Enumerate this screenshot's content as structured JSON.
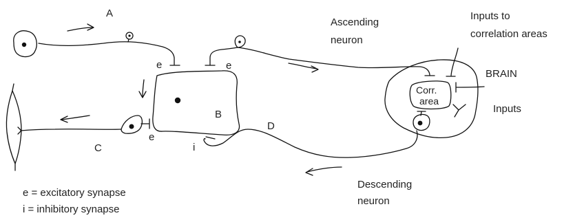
{
  "labels": {
    "a": "A",
    "b": "B",
    "c": "C",
    "d": "D",
    "e_left": "e",
    "e_right": "e",
    "e_c": "e",
    "i": "i",
    "ascending_line1": "Ascending",
    "ascending_line2": "neuron",
    "inputs_corr_line1": "Inputs to",
    "inputs_corr_line2": "correlation areas",
    "brain": "BRAIN",
    "corr_line1": "Corr.",
    "corr_line2": "area",
    "inputs": "Inputs",
    "descending_line1": "Descending",
    "descending_line2": "neuron"
  },
  "legend": {
    "excitatory": "e = excitatory synapse",
    "inhibitory": "i =  inhibitory synapse"
  }
}
